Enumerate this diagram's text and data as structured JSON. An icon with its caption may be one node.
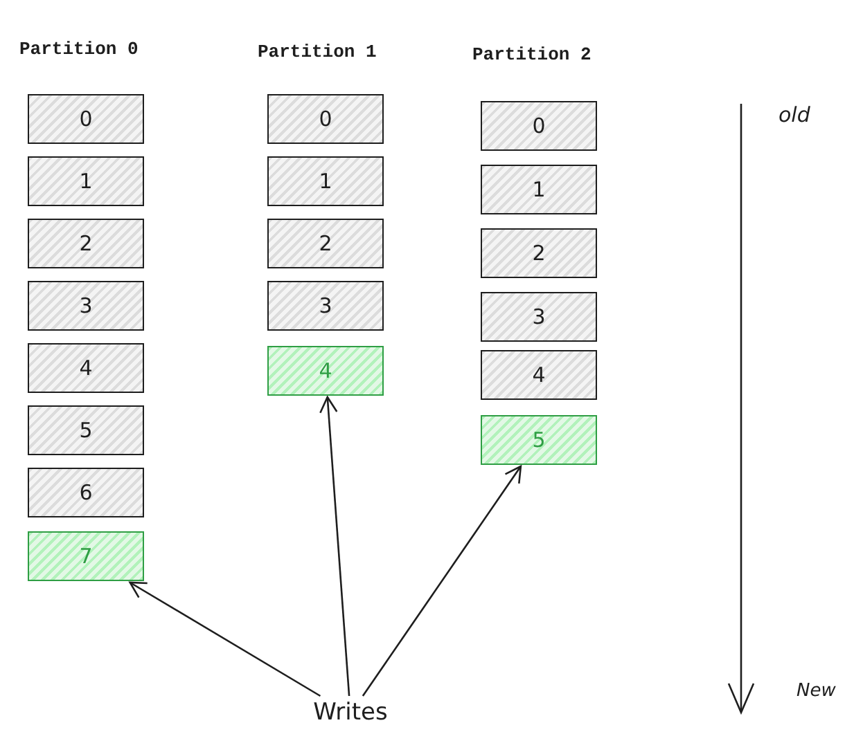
{
  "diagram": {
    "nodes": [
      {
        "text": [
          "0"
        ]
      },
      {
        "text": [
          "1"
        ]
      },
      {
        "text": [
          "2"
        ]
      },
      {
        "text": [
          "3"
        ]
      },
      {
        "text": [
          "4"
        ]
      },
      {
        "text": [
          "5"
        ]
      },
      {
        "text": [
          "6"
        ]
      },
      {
        "text": [
          "7"
        ]
      },
      {
        "text": [
          "0"
        ]
      },
      {
        "text": [
          "1"
        ]
      },
      {
        "text": [
          "2"
        ]
      },
      {
        "text": [
          "3"
        ]
      },
      {
        "text": [
          "4"
        ]
      },
      {
        "text": [
          "0"
        ]
      },
      {
        "text": [
          "1"
        ]
      },
      {
        "text": [
          "2"
        ]
      },
      {
        "text": [
          "3"
        ]
      },
      {
        "text": [
          "4"
        ]
      },
      {
        "text": [
          "5"
        ]
      },
      {
        "text": [
          "Writes"
        ]
      }
    ],
    "edges": [
      {
        "from": 19,
        "to": 7,
        "arrow": "to"
      },
      {
        "from": 19,
        "to": 12,
        "arrow": "to"
      },
      {
        "from": 19,
        "to": 18,
        "arrow": "to"
      }
    ],
    "labels": [
      "Partition 0",
      "Partition 1",
      "Partition 2",
      "old",
      "New"
    ]
  }
}
